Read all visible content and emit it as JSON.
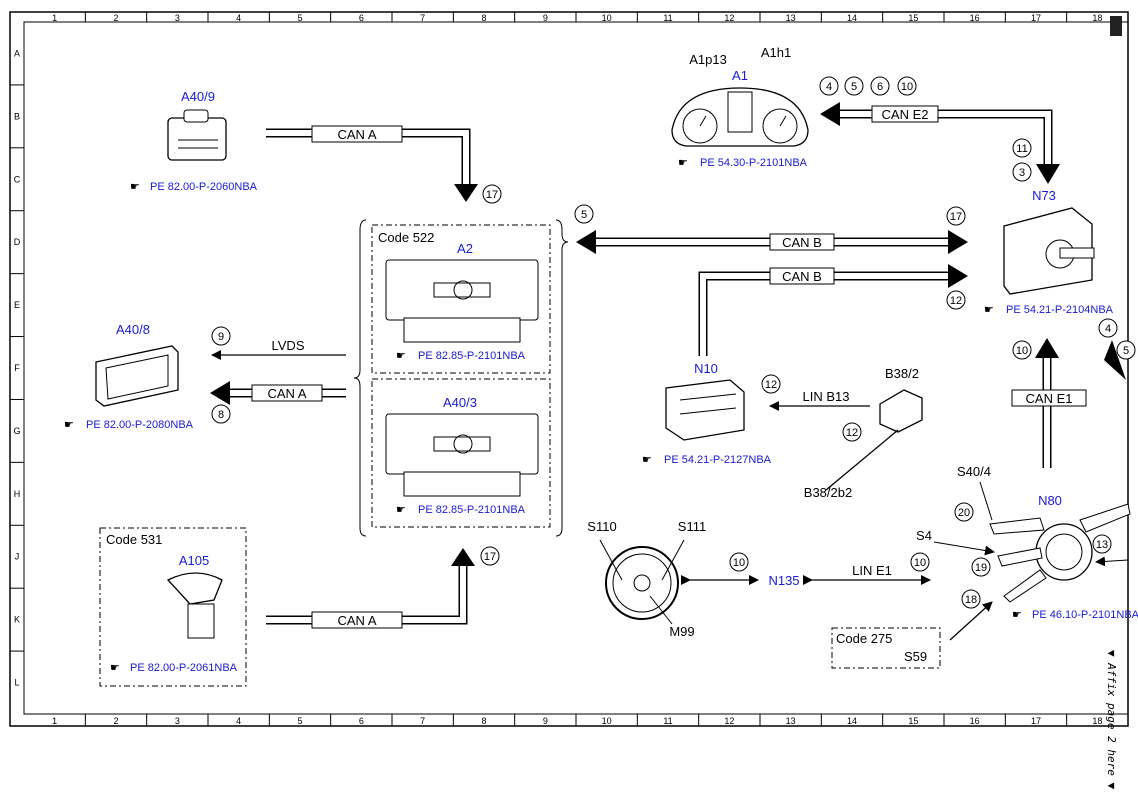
{
  "grid": {
    "columns": [
      "1",
      "2",
      "3",
      "4",
      "5",
      "6",
      "7",
      "8",
      "9",
      "10",
      "11",
      "12",
      "13",
      "14",
      "15",
      "16",
      "17",
      "18"
    ],
    "rows": [
      "A",
      "B",
      "C",
      "D",
      "E",
      "F",
      "G",
      "H",
      "J",
      "K",
      "L"
    ]
  },
  "components": {
    "a40_9": {
      "name": "A40/9",
      "ref": "PE 82.00-P-2060NBA"
    },
    "a40_8": {
      "name": "A40/8",
      "ref": "PE 82.00-P-2080NBA"
    },
    "a105": {
      "name": "A105",
      "ref": "PE 82.00-P-2061NBA",
      "code": "Code 531"
    },
    "a2": {
      "name": "A2",
      "ref": "PE 82.85-P-2101NBA",
      "code": "Code 522"
    },
    "a40_3": {
      "name": "A40/3",
      "ref": "PE 82.85-P-2101NBA"
    },
    "a1": {
      "name": "A1",
      "ref": "PE 54.30-P-2101NBA",
      "sub1": "A1p13",
      "sub2": "A1h1"
    },
    "n73": {
      "name": "N73",
      "ref": "PE 54.21-P-2104NBA"
    },
    "n10": {
      "name": "N10",
      "ref": "PE 54.21-P-2127NBA"
    },
    "b38_2": {
      "name": "B38/2",
      "sub": "B38/2b2"
    },
    "n135": {
      "name": "N135"
    },
    "steering": {
      "s110": "S110",
      "s111": "S111",
      "m99": "M99"
    },
    "n80": {
      "name": "N80",
      "ref": "PE 46.10-P-2101NBA",
      "s40_4": "S40/4",
      "s4": "S4"
    },
    "s59": {
      "name": "S59",
      "code": "Code 275"
    }
  },
  "buses": {
    "can_a": "CAN A",
    "can_b": "CAN B",
    "can_e1": "CAN E1",
    "can_e2": "CAN E2",
    "lvds": "LVDS",
    "lin_b13": "LIN B13",
    "lin_e1": "LIN E1"
  },
  "markers": {
    "m4": "4",
    "m5": "5",
    "m6": "6",
    "m8": "8",
    "m9": "9",
    "m10": "10",
    "m11": "11",
    "m3": "3",
    "m12": "12",
    "m13": "13",
    "m17": "17",
    "m18": "18",
    "m19": "19",
    "m20": "20"
  },
  "side_note": "▼ Affix page 2 here ▼"
}
